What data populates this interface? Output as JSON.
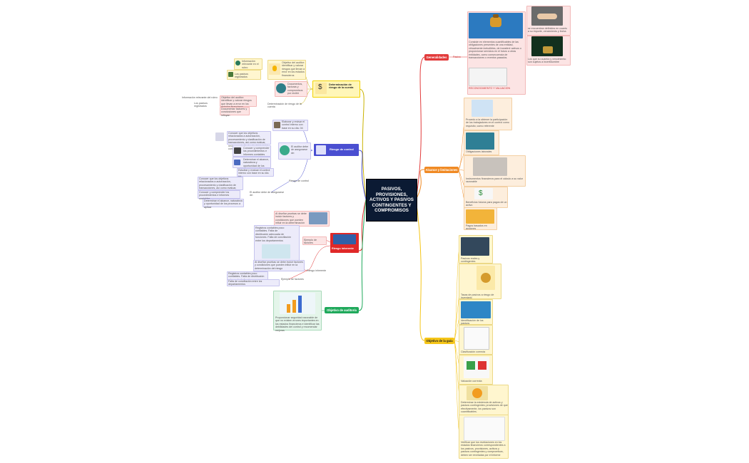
{
  "center": {
    "title": "PASIVOS, PROVISIONES, ACTIVOS Y PASIVOS CONTINGENTES Y COMPROMISOS"
  },
  "colors": {
    "generalidades": "#e23b3b",
    "alcance": "#f08a24",
    "objetivo_guia": "#f5c518",
    "objetivo_auditoria": "#1fa95b",
    "riesgo_inherente": "#e02828",
    "riesgo_control": "#4a4fd1",
    "determinacion": "#f3d200",
    "center_bg": "#0b1a33"
  },
  "right": {
    "generalidades": {
      "label": "Generalidades",
      "sub_label": "Pasivo",
      "text1": "Consiste en elementos cuantificables de las obligaciones presentes de una entidad, virtualmente ineludibles, de transferir activos o proporcionar servicios en el futuro a otras entidades, como consecuencia de transacciones o eventos pasados.",
      "text2": "se encuentran definidos en cuanto a su importe, vencimiento y fecha",
      "text3": "Los que su cuantía y vencimiento son sujetos a incertidumbre",
      "text4": "RECONOCIMIENTO Y VALUACIÓN"
    },
    "alcance": {
      "label": "Alcance y limitaciones",
      "items": [
        "Procedo a la obtener la participación de los trabajadores en el control como requisito; como referente",
        "Obligaciones laborales",
        "Instrumentos financieros para el cálculo a su valor razonable",
        "Beneficios futuros para pagos de un activo",
        "Pagos basados en acciones"
      ]
    },
    "objetivo_guia": {
      "label": "Objetivo de la guía",
      "items": [
        "Pasivos reales y contingentes",
        "Tasas de pasivos a riesgo de inventario",
        "Identificación de los pasivos",
        "Clasificación correcta",
        "Valuación correcta",
        "Determinar la existencia de activos y pasivos contingentes; provisiones de que efectivamente, los pasivos son cuantificables.",
        "Verificar que los revelaciones en los estados financieros correspondientes a los pasivos, provisiones, activos y pasivos contingentes y compromisos, deben ser reveladas por el informe"
      ]
    }
  },
  "left": {
    "determinacion": {
      "label": "Determinación de riesgo de la cuenta",
      "items": [
        "Información relevante en el rubro",
        "Los pasivos registrados",
        "Objetivo del auditor: identificar y valorar riesgos que llevan a error en los estados financieros",
        "Documentos, facturas y compromisos por recibir",
        "Información relevante del rubro",
        "Los pasivos registrados",
        "Objetivo del auditor: identificar y valorar riesgos que llevan a error en los estados financieros",
        "Documentar factores y conclusiones que influyan",
        "Determinación de riesgo de la cuenta"
      ]
    },
    "riesgo_control": {
      "label": "Riesgo de control",
      "items": [
        "Elaborar y revisar el control interno con base en su día. 04",
        "Conocer que los objetivos relacionados a autorización, procesamiento y clasificación de transacciones, así como evaluar, revisar y estudiar la efectividad del control interno",
        "El auditor debe de asegurarse de:",
        "Conocer y comprender los procedimientos e informes contables",
        "Determinar el alcance, naturaleza y oportunidad de los procesos a aplicar",
        "Estudiar y evaluar el control interno con base en su día. 04",
        "Conocer que los objetivos relacionados a autorización, procesamiento y clasificación de transacciones, así como evaluar, revisar y estudiar la efectividad del control interno",
        "Conocer y comprender los procedimientos e informes contables",
        "Determinar el alcance, naturaleza y oportunidad de los procesos a aplicar",
        "El auditor debe de asegurarse de:",
        "Riesgo de control"
      ]
    },
    "riesgo_inherente": {
      "label": "Riesgo inherente",
      "items": [
        "Al diseñar pruebas se debe incluir factores y condiciones que pueden influir en la determinación del riesgo",
        "Ejemplo de factores",
        "Registros contables poco confiables. Falta de distribución adecuada de funciones. Falta de conciliación entre los departamentos",
        "Al diseñar pruebas se debe incluir factores y condiciones que pueden influir en la determinación del riesgo",
        "Riesgo inherente",
        "Registros contables poco confiables. Falta de distribución adecuada de funciones.",
        "Falta de conciliación entre los departamentos",
        "Ejemplo de factores"
      ]
    },
    "objetivo_auditoria": {
      "label": "Objetivo de auditoría",
      "text": "Proporcionar seguridad razonable de que no existen errores importantes en los estados financieros e identificar las debilidades del control y recomendar mejoras"
    }
  }
}
